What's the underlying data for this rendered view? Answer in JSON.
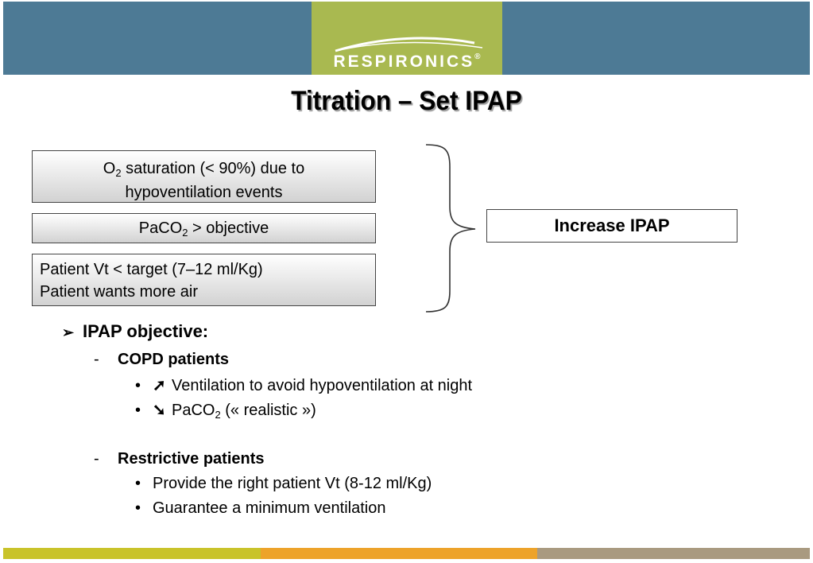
{
  "header": {
    "logo_text": "RESPIRONICS",
    "logo_reg_mark": "®",
    "bar_color": "#4d7a95",
    "logo_color": "#a9b950"
  },
  "title": "Titration – Set IPAP",
  "conditions": {
    "c1": {
      "o": "O",
      "o_sub": "2",
      "rest": " saturation (< 90%) due to",
      "line2": "hypoventilation events"
    },
    "c2": {
      "pre": "PaCO",
      "sub": "2",
      "post": " > objective"
    },
    "c3": {
      "line1": "Patient Vt < target (7–12 ml/Kg)",
      "line2": "Patient wants more air"
    }
  },
  "result": "Increase IPAP",
  "objective": {
    "heading": "IPAP objective:",
    "groups": [
      {
        "dash": "-",
        "title": "COPD patients",
        "items": [
          {
            "icon": "arrow-up-right-icon",
            "glyph": "➚",
            "text": "Ventilation to avoid hypoventilation at night"
          },
          {
            "icon": "arrow-down-right-icon",
            "glyph": "➘",
            "pre": "PaCO",
            "sub": "2",
            "post": " (« realistic »)"
          }
        ]
      },
      {
        "dash": "-",
        "title": "Restrictive patients",
        "items": [
          {
            "text": "Provide the right patient Vt  (8-12 ml/Kg)"
          },
          {
            "text": "Guarantee a minimum ventilation"
          }
        ]
      }
    ]
  },
  "bullet": "•",
  "footer_colors": [
    "#c9c32a",
    "#eda32a",
    "#a99a80"
  ]
}
